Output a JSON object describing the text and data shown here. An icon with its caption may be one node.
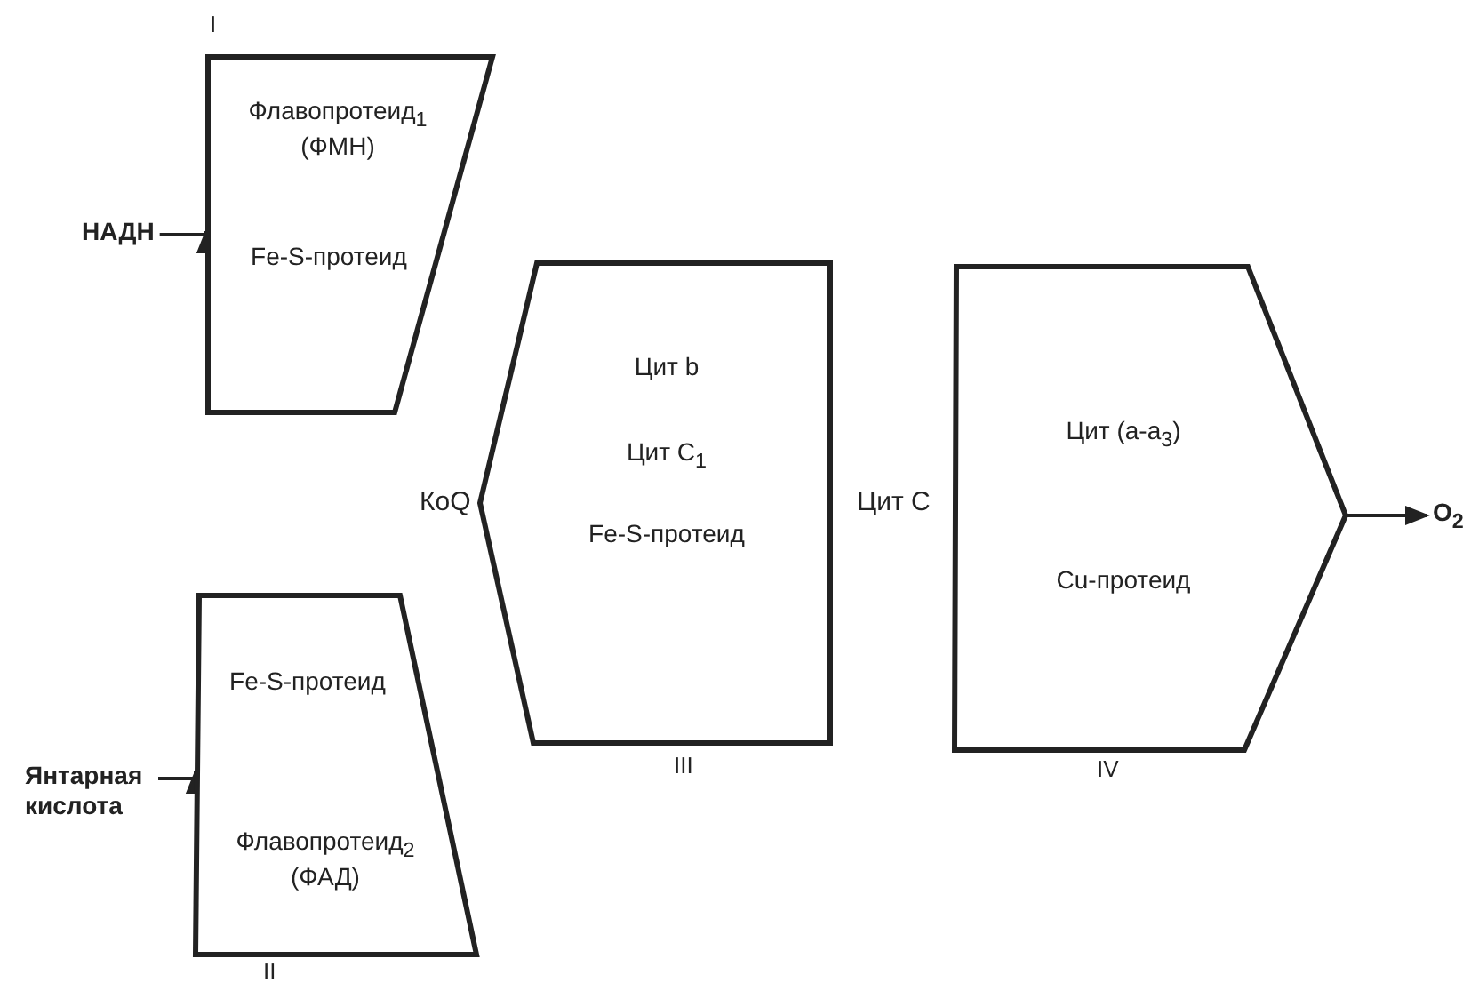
{
  "diagram": {
    "nodes": [
      {
        "text": [
          "НАДН"
        ]
      },
      {
        "text": [
          "Флавопротеид$_{1}$ (ФМН)",
          "Fe-S-протеид"
        ],
        "beside": [
          "I"
        ]
      },
      {
        "text": [
          "Янтарная кислота"
        ]
      },
      {
        "text": [
          "Fe-S-протеид",
          "Флавопротеид$_{2}$ (ФАД)"
        ],
        "beside": [
          "II"
        ]
      },
      {
        "text": [
          "Цит b",
          "Цит C$_{1}$",
          "Fe-S-протеид"
        ],
        "beside": [
          "III"
        ]
      },
      {
        "text": [
          "Цит (a-a$_{3}$)",
          "Cu-протеид"
        ],
        "beside": [
          "IV"
        ]
      },
      {
        "text": [
          "O$_{2}$"
        ]
      }
    ],
    "edges": [
      {
        "from": 0,
        "to": 1,
        "arrow": "to"
      },
      {
        "from": 2,
        "to": 3,
        "arrow": "to"
      },
      {
        "from": 5,
        "to": 6,
        "arrow": "to"
      }
    ],
    "labels": [
      "КоQ",
      "Цит C"
    ]
  }
}
